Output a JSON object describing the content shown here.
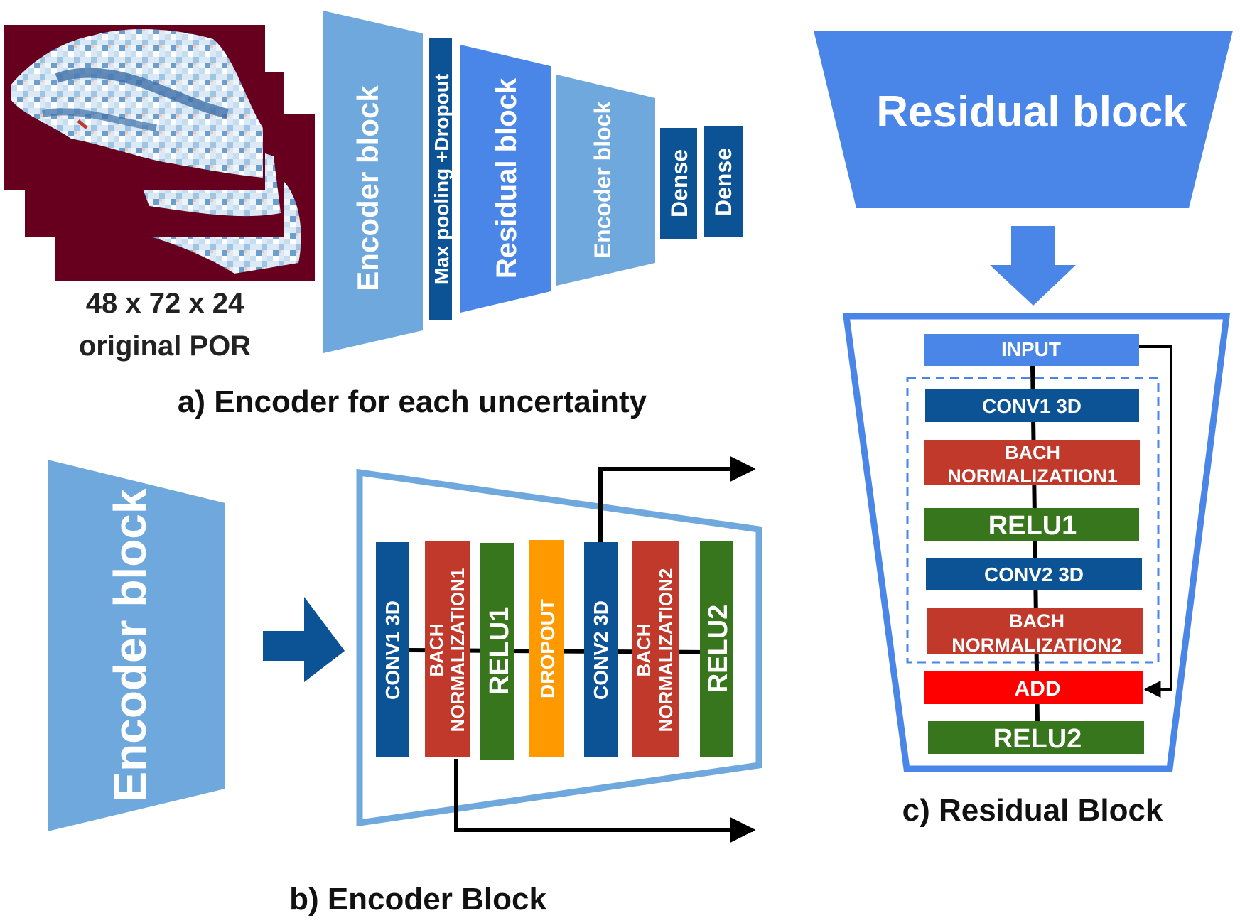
{
  "colors": {
    "light_blue": "#6fa8dc",
    "mid_blue": "#4a86e8",
    "dark_blue": "#0b5394",
    "red": "#c0392b",
    "green": "#38761d",
    "orange": "#ff9900",
    "bright_red": "#ff0000",
    "map_bg": "#67001f",
    "map_light": "#dbe9f6",
    "map_dark": "#3d6fa8"
  },
  "panel_a": {
    "caption": "a) Encoder for each uncertainty",
    "input_dims": "48 x 72 x 24",
    "input_name": "original POR",
    "layers": {
      "encoder1": "Encoder block",
      "maxpool": "Max pooling +Dropout",
      "residual": "Residual block",
      "encoder2": "Encoder block",
      "dense1": "Dense",
      "dense2": "Dense"
    }
  },
  "panel_b": {
    "caption": "b) Encoder Block",
    "block_label": "Encoder block",
    "layers": {
      "conv1": "CONV1 3D",
      "bn1_line1": "BACH",
      "bn1_line2": "NORMALIZATION1",
      "relu1": "RELU1",
      "dropout": "DROPOUT",
      "conv2": "CONV2 3D",
      "bn2_line1": "BACH",
      "bn2_line2": "NORMALIZATION2",
      "relu2": "RELU2"
    }
  },
  "panel_c": {
    "caption": "c) Residual Block",
    "block_label": "Residual block",
    "layers": {
      "input": "INPUT",
      "conv1": "CONV1 3D",
      "bn1_line1": "BACH",
      "bn1_line2": "NORMALIZATION1",
      "relu1": "RELU1",
      "conv2": "CONV2 3D",
      "bn2_line1": "BACH",
      "bn2_line2": "NORMALIZATION2",
      "add": "ADD",
      "relu2": "RELU2"
    }
  }
}
